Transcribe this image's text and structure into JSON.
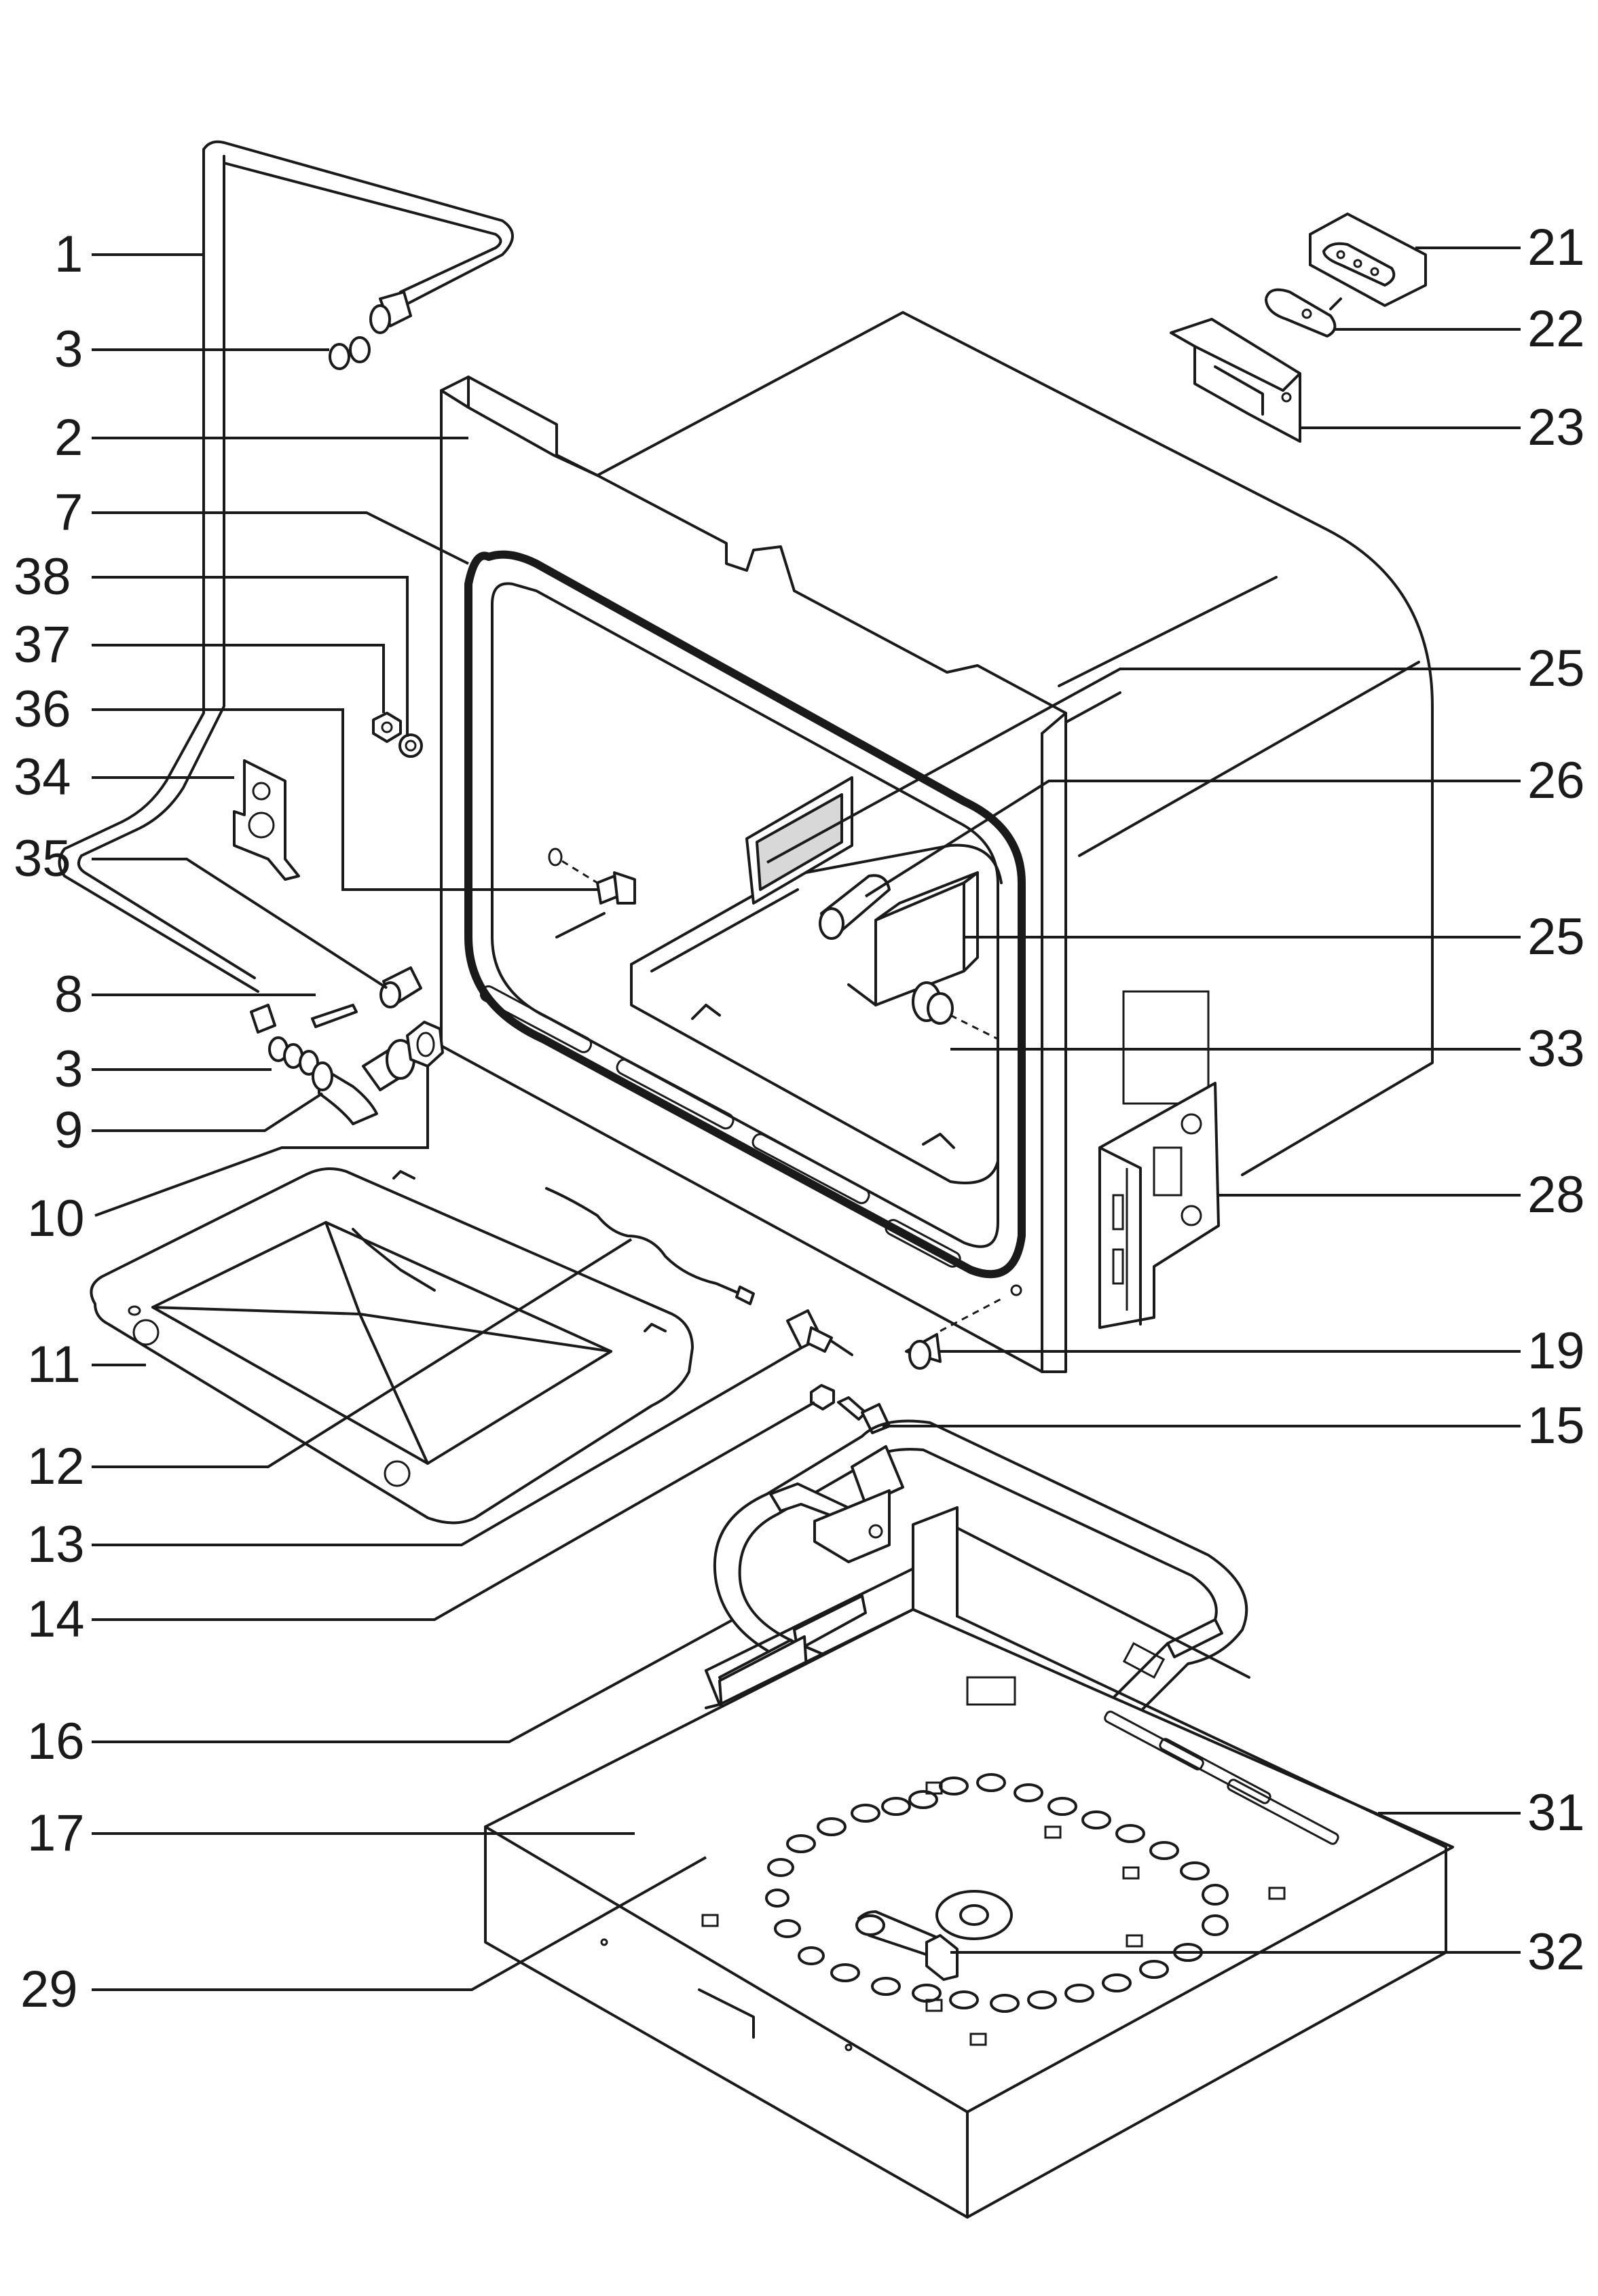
{
  "callouts": {
    "left": [
      {
        "id": "c1",
        "number": "1"
      },
      {
        "id": "c3a",
        "number": "3"
      },
      {
        "id": "c2",
        "number": "2"
      },
      {
        "id": "c7",
        "number": "7"
      },
      {
        "id": "c38",
        "number": "38"
      },
      {
        "id": "c37",
        "number": "37"
      },
      {
        "id": "c36",
        "number": "36"
      },
      {
        "id": "c34",
        "number": "34"
      },
      {
        "id": "c35",
        "number": "35"
      },
      {
        "id": "c8",
        "number": "8"
      },
      {
        "id": "c3b",
        "number": "3"
      },
      {
        "id": "c9",
        "number": "9"
      },
      {
        "id": "c10",
        "number": "10"
      },
      {
        "id": "c11",
        "number": "11"
      },
      {
        "id": "c12",
        "number": "12"
      },
      {
        "id": "c13",
        "number": "13"
      },
      {
        "id": "c14",
        "number": "14"
      },
      {
        "id": "c16",
        "number": "16"
      },
      {
        "id": "c17",
        "number": "17"
      },
      {
        "id": "c29",
        "number": "29"
      }
    ],
    "right": [
      {
        "id": "c21",
        "number": "21"
      },
      {
        "id": "c22",
        "number": "22"
      },
      {
        "id": "c23",
        "number": "23"
      },
      {
        "id": "c25a",
        "number": "25"
      },
      {
        "id": "c26",
        "number": "26"
      },
      {
        "id": "c25b",
        "number": "25"
      },
      {
        "id": "c33",
        "number": "33"
      },
      {
        "id": "c28",
        "number": "28"
      },
      {
        "id": "c19",
        "number": "19"
      },
      {
        "id": "c15",
        "number": "15"
      },
      {
        "id": "c31",
        "number": "31"
      },
      {
        "id": "c32",
        "number": "32"
      }
    ]
  }
}
